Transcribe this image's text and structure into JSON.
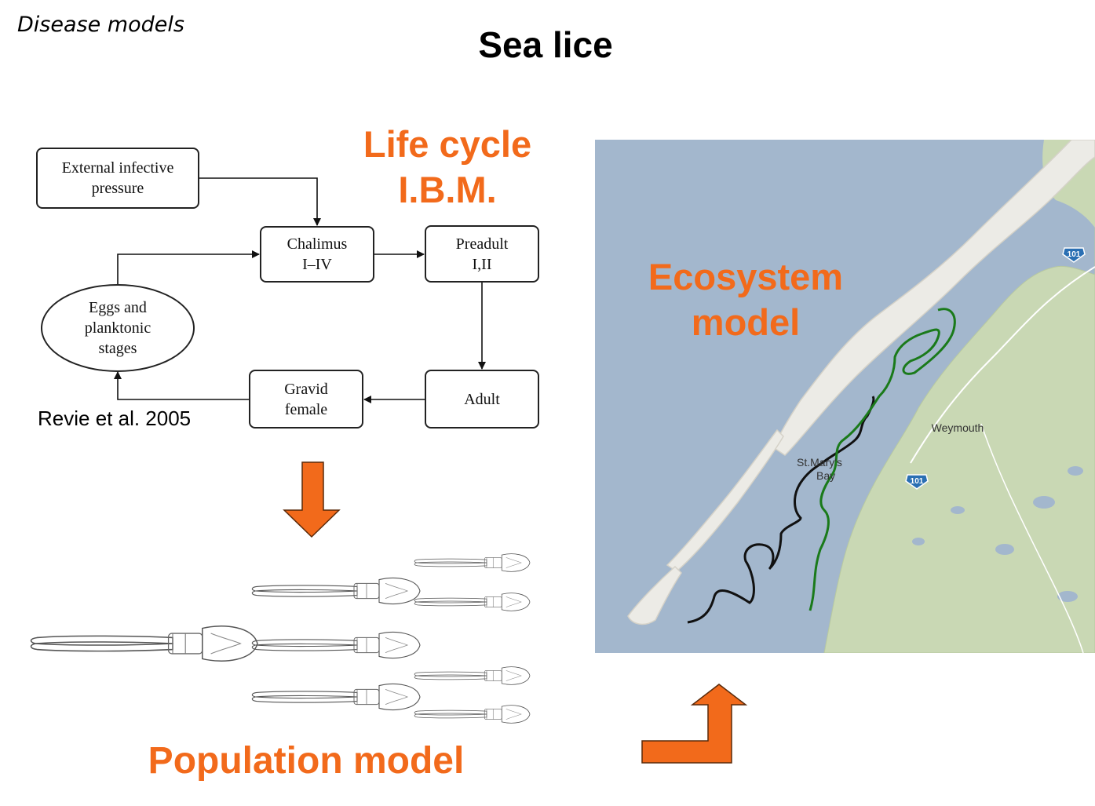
{
  "header": {
    "section_label": "Disease models",
    "title": "Sea lice"
  },
  "labels": {
    "life_cycle": "Life cycle\nI.B.M.",
    "ecosystem": "Ecosystem\nmodel",
    "population": "Population  model",
    "citation": "Revie et al. 2005"
  },
  "flowchart": {
    "external": "External infective\npressure",
    "chalimus": "Chalimus\nI–IV",
    "preadult": "Preadult\nI,II",
    "eggs": "Eggs and\nplanktonic\nstages",
    "gravid": "Gravid\nfemale",
    "adult": "Adult"
  },
  "map": {
    "place_label": "St.Mary's\nBay",
    "town_label": "Weymouth",
    "highway_shields": [
      "101",
      "101"
    ],
    "colors": {
      "water": "#a3b7cd",
      "land": "#c9d8b4",
      "island": "#ecebe6",
      "track_black": "#111111",
      "track_green": "#1a7a1a"
    }
  },
  "colors": {
    "accent": "#f26a1b"
  }
}
